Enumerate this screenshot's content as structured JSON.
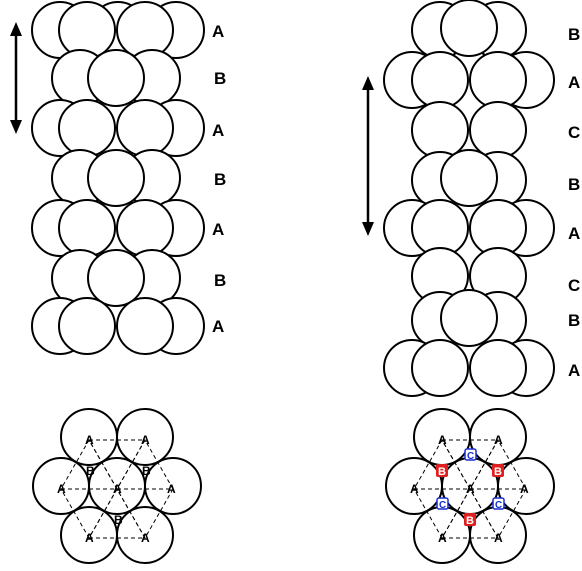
{
  "hcp_stack": {
    "layer_labels": [
      "A",
      "B",
      "A",
      "B",
      "A",
      "B",
      "A"
    ]
  },
  "ccp_stack": {
    "layer_labels": [
      "B",
      "A",
      "C",
      "B",
      "A",
      "C",
      "B",
      "A"
    ]
  },
  "hcp_top": {
    "site_labels": [
      "A",
      "A",
      "A",
      "A",
      "A",
      "A",
      "A",
      "B",
      "B",
      "B"
    ]
  },
  "ccp_top": {
    "site_labels": [
      "A",
      "A",
      "A",
      "A",
      "A",
      "A",
      "A",
      "B",
      "B",
      "B",
      "C",
      "C",
      "C"
    ]
  },
  "colors": {
    "line": "#000000",
    "site_b_fill": "#e02020",
    "site_c_stroke": "#1a2fd0"
  }
}
